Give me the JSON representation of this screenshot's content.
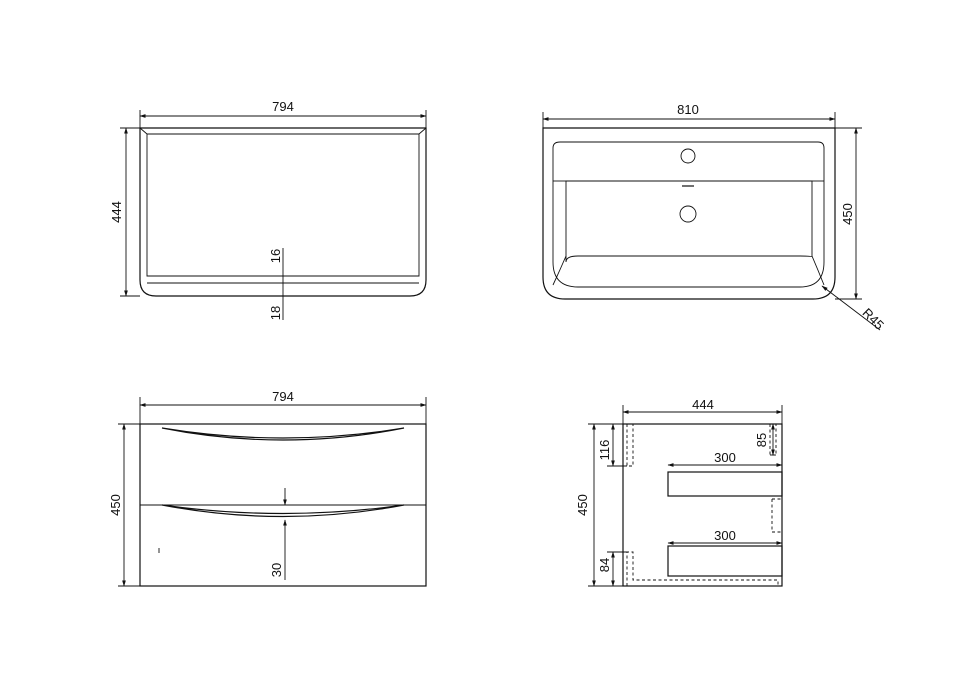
{
  "views": {
    "top_cabinet": {
      "width": "794",
      "depth": "444",
      "panel_thickness_a": "16",
      "panel_thickness_b": "18"
    },
    "top_basin": {
      "width": "810",
      "depth": "450",
      "corner_radius": "R45"
    },
    "front": {
      "width": "794",
      "height": "450",
      "handle_recess": "30"
    },
    "side": {
      "depth": "444",
      "height": "450",
      "top_offset": "116",
      "bottom_offset": "84",
      "rail_offset": "85",
      "drawer_depth_upper": "300",
      "drawer_depth_lower": "300"
    }
  },
  "colors": {
    "line": "#111111",
    "background": "#ffffff"
  }
}
